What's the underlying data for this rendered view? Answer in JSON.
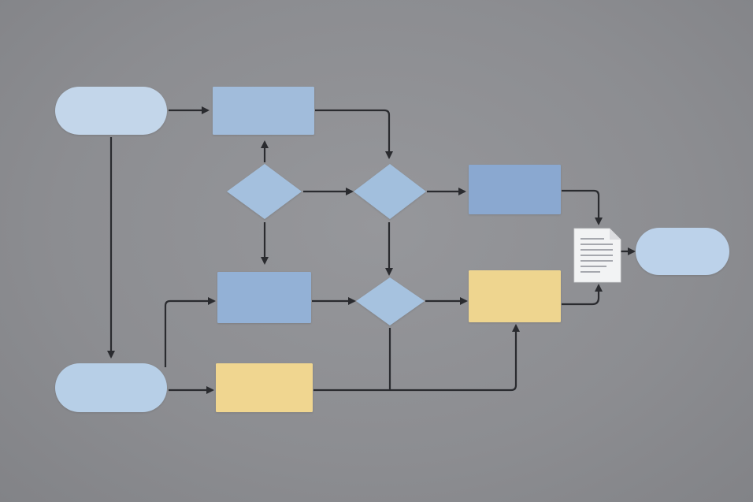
{
  "diagram": {
    "colors": {
      "background": "#8e8f93",
      "terminal": "#c3d6ea",
      "process_blue": "#99b5d6",
      "process_blue_dark": "#8aa8d0",
      "decision": "#a2bfdd",
      "process_yellow": "#eed58f",
      "document": "#f2f3f4",
      "edge": "#2a2b2f"
    },
    "nodes": [
      {
        "id": "start-top",
        "shape": "terminal",
        "label": ""
      },
      {
        "id": "process-top",
        "shape": "process",
        "label": ""
      },
      {
        "id": "decision-left",
        "shape": "decision",
        "label": ""
      },
      {
        "id": "decision-center",
        "shape": "decision",
        "label": ""
      },
      {
        "id": "process-right-blue",
        "shape": "process",
        "label": ""
      },
      {
        "id": "document",
        "shape": "document",
        "label": ""
      },
      {
        "id": "end-right",
        "shape": "terminal",
        "label": ""
      },
      {
        "id": "process-mid",
        "shape": "process",
        "label": ""
      },
      {
        "id": "decision-lower",
        "shape": "decision",
        "label": ""
      },
      {
        "id": "process-right-yellow",
        "shape": "process",
        "label": ""
      },
      {
        "id": "start-bottom",
        "shape": "terminal",
        "label": ""
      },
      {
        "id": "process-bottom-yellow",
        "shape": "process",
        "label": ""
      }
    ],
    "edges": [
      {
        "from": "start-top",
        "to": "process-top"
      },
      {
        "from": "start-top",
        "to": "start-bottom"
      },
      {
        "from": "process-top",
        "to": "decision-center"
      },
      {
        "from": "decision-left",
        "to": "process-top"
      },
      {
        "from": "decision-left",
        "to": "decision-center"
      },
      {
        "from": "decision-left",
        "to": "process-mid"
      },
      {
        "from": "decision-center",
        "to": "process-right-blue"
      },
      {
        "from": "decision-center",
        "to": "decision-lower"
      },
      {
        "from": "process-right-blue",
        "to": "document"
      },
      {
        "from": "document",
        "to": "end-right"
      },
      {
        "from": "start-bottom",
        "to": "process-mid"
      },
      {
        "from": "start-bottom",
        "to": "process-bottom-yellow"
      },
      {
        "from": "process-mid",
        "to": "decision-lower"
      },
      {
        "from": "decision-lower",
        "to": "process-right-yellow"
      },
      {
        "from": "process-right-yellow",
        "to": "document"
      },
      {
        "from": "process-bottom-yellow",
        "to": "process-right-yellow"
      },
      {
        "from": "decision-lower",
        "to": "process-bottom-yellow"
      }
    ]
  }
}
